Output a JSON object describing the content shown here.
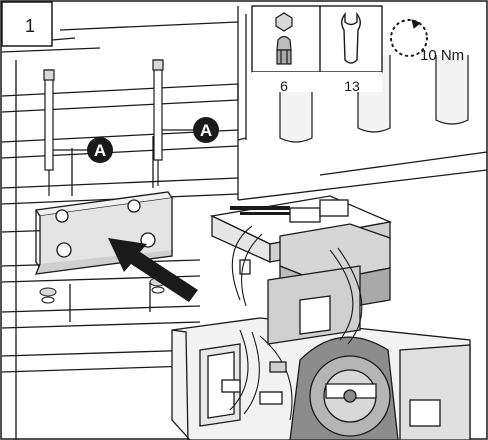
{
  "step": {
    "number": "1"
  },
  "tools": [
    {
      "icon": "hex-socket-icon",
      "size": "6"
    },
    {
      "icon": "wrench-icon",
      "size": "13"
    }
  ],
  "torque": {
    "icon": "torque-rotation-icon",
    "value": "10 Nm"
  },
  "callouts": [
    {
      "letter": "A"
    },
    {
      "letter": "A"
    }
  ],
  "colors": {
    "line": "#1a1a1a",
    "fill_light": "#ececec",
    "fill_mid": "#cfcfcf",
    "fill_dark": "#8c8c8c",
    "badge": "#1a1a1a"
  }
}
